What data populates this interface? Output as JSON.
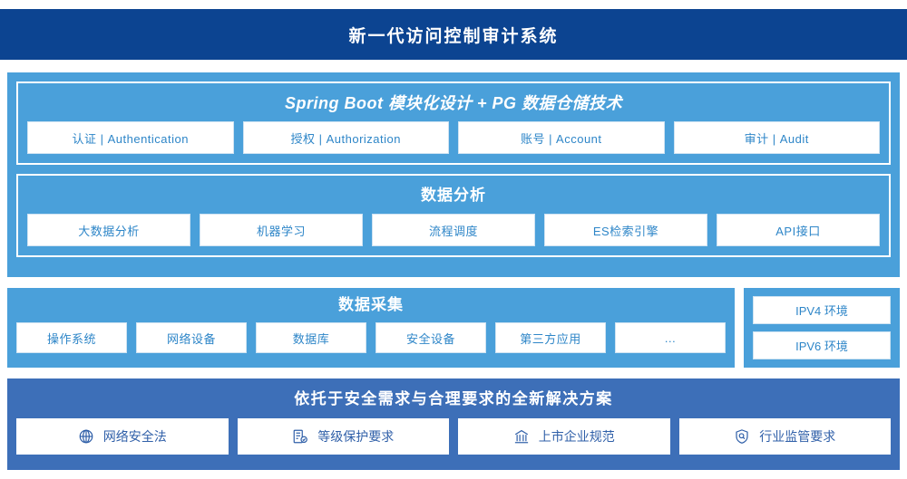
{
  "header": {
    "title": "新一代访问控制审计系统",
    "bg_color": "#0c4491"
  },
  "colors": {
    "panel_light_blue": "#4aa0da",
    "panel_mid_blue": "#3d6fb8",
    "card_text_blue": "#2e86c8",
    "bottom_card_text_blue": "#2f5fa8",
    "card_bg": "#ffffff"
  },
  "platform": {
    "groups": [
      {
        "title": "Spring Boot 模块化设计 + PG 数据仓储技术",
        "italic": true,
        "cards": [
          {
            "label": "认证 | Authentication"
          },
          {
            "label": "授权 | Authorization"
          },
          {
            "label": "账号 | Account"
          },
          {
            "label": "审计 | Audit"
          }
        ]
      },
      {
        "title": "数据分析",
        "italic": false,
        "cards": [
          {
            "label": "大数据分析"
          },
          {
            "label": "机器学习"
          },
          {
            "label": "流程调度"
          },
          {
            "label": "ES检索引擎"
          },
          {
            "label": "API接口"
          }
        ]
      }
    ]
  },
  "collection": {
    "title": "数据采集",
    "cards": [
      {
        "label": "操作系统"
      },
      {
        "label": "网络设备"
      },
      {
        "label": "数据库"
      },
      {
        "label": "安全设备"
      },
      {
        "label": "第三方应用"
      },
      {
        "label": "…"
      }
    ]
  },
  "environment": {
    "cards": [
      {
        "label": "IPV4 环境"
      },
      {
        "label": "IPV6 环境"
      }
    ]
  },
  "compliance": {
    "title": "依托于安全需求与合理要求的全新解决方案",
    "cards": [
      {
        "label": "网络安全法",
        "icon": "globe-icon"
      },
      {
        "label": "等级保护要求",
        "icon": "document-check-icon"
      },
      {
        "label": "上市企业规范",
        "icon": "bank-icon"
      },
      {
        "label": "行业监管要求",
        "icon": "shield-search-icon"
      }
    ]
  }
}
